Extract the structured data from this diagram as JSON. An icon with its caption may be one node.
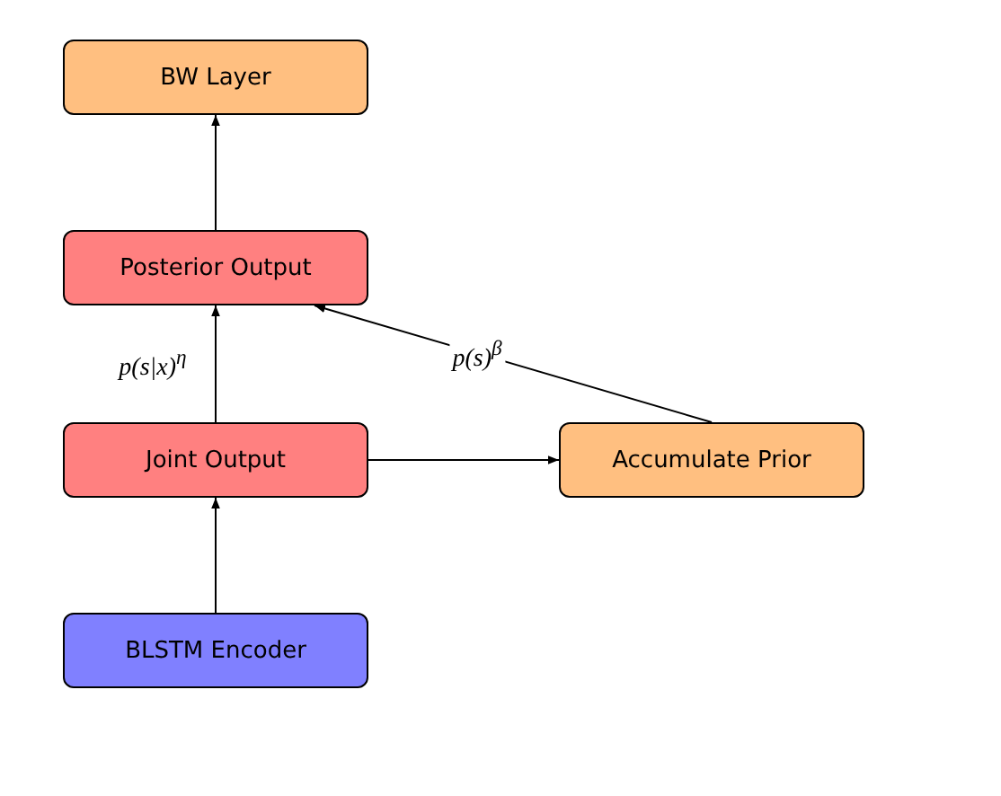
{
  "diagram": {
    "nodes": [
      {
        "text": [
          "BW Layer"
        ]
      },
      {
        "text": [
          "Posterior Output"
        ]
      },
      {
        "text": [
          "Joint Output"
        ]
      },
      {
        "text": [
          "Accumulate Prior"
        ]
      },
      {
        "text": [
          "BLSTM Encoder"
        ]
      }
    ],
    "edges": [
      {
        "from": 4,
        "to": 2,
        "arrow": "to"
      },
      {
        "from": 2,
        "to": 1,
        "arrow": "to",
        "label": "p(s|x)$^{η}$"
      },
      {
        "from": 2,
        "to": 3,
        "arrow": "to"
      },
      {
        "from": 3,
        "to": 1,
        "arrow": "to",
        "label": "p(s)$^{β}$"
      },
      {
        "from": 1,
        "to": 0,
        "arrow": "to"
      }
    ]
  }
}
